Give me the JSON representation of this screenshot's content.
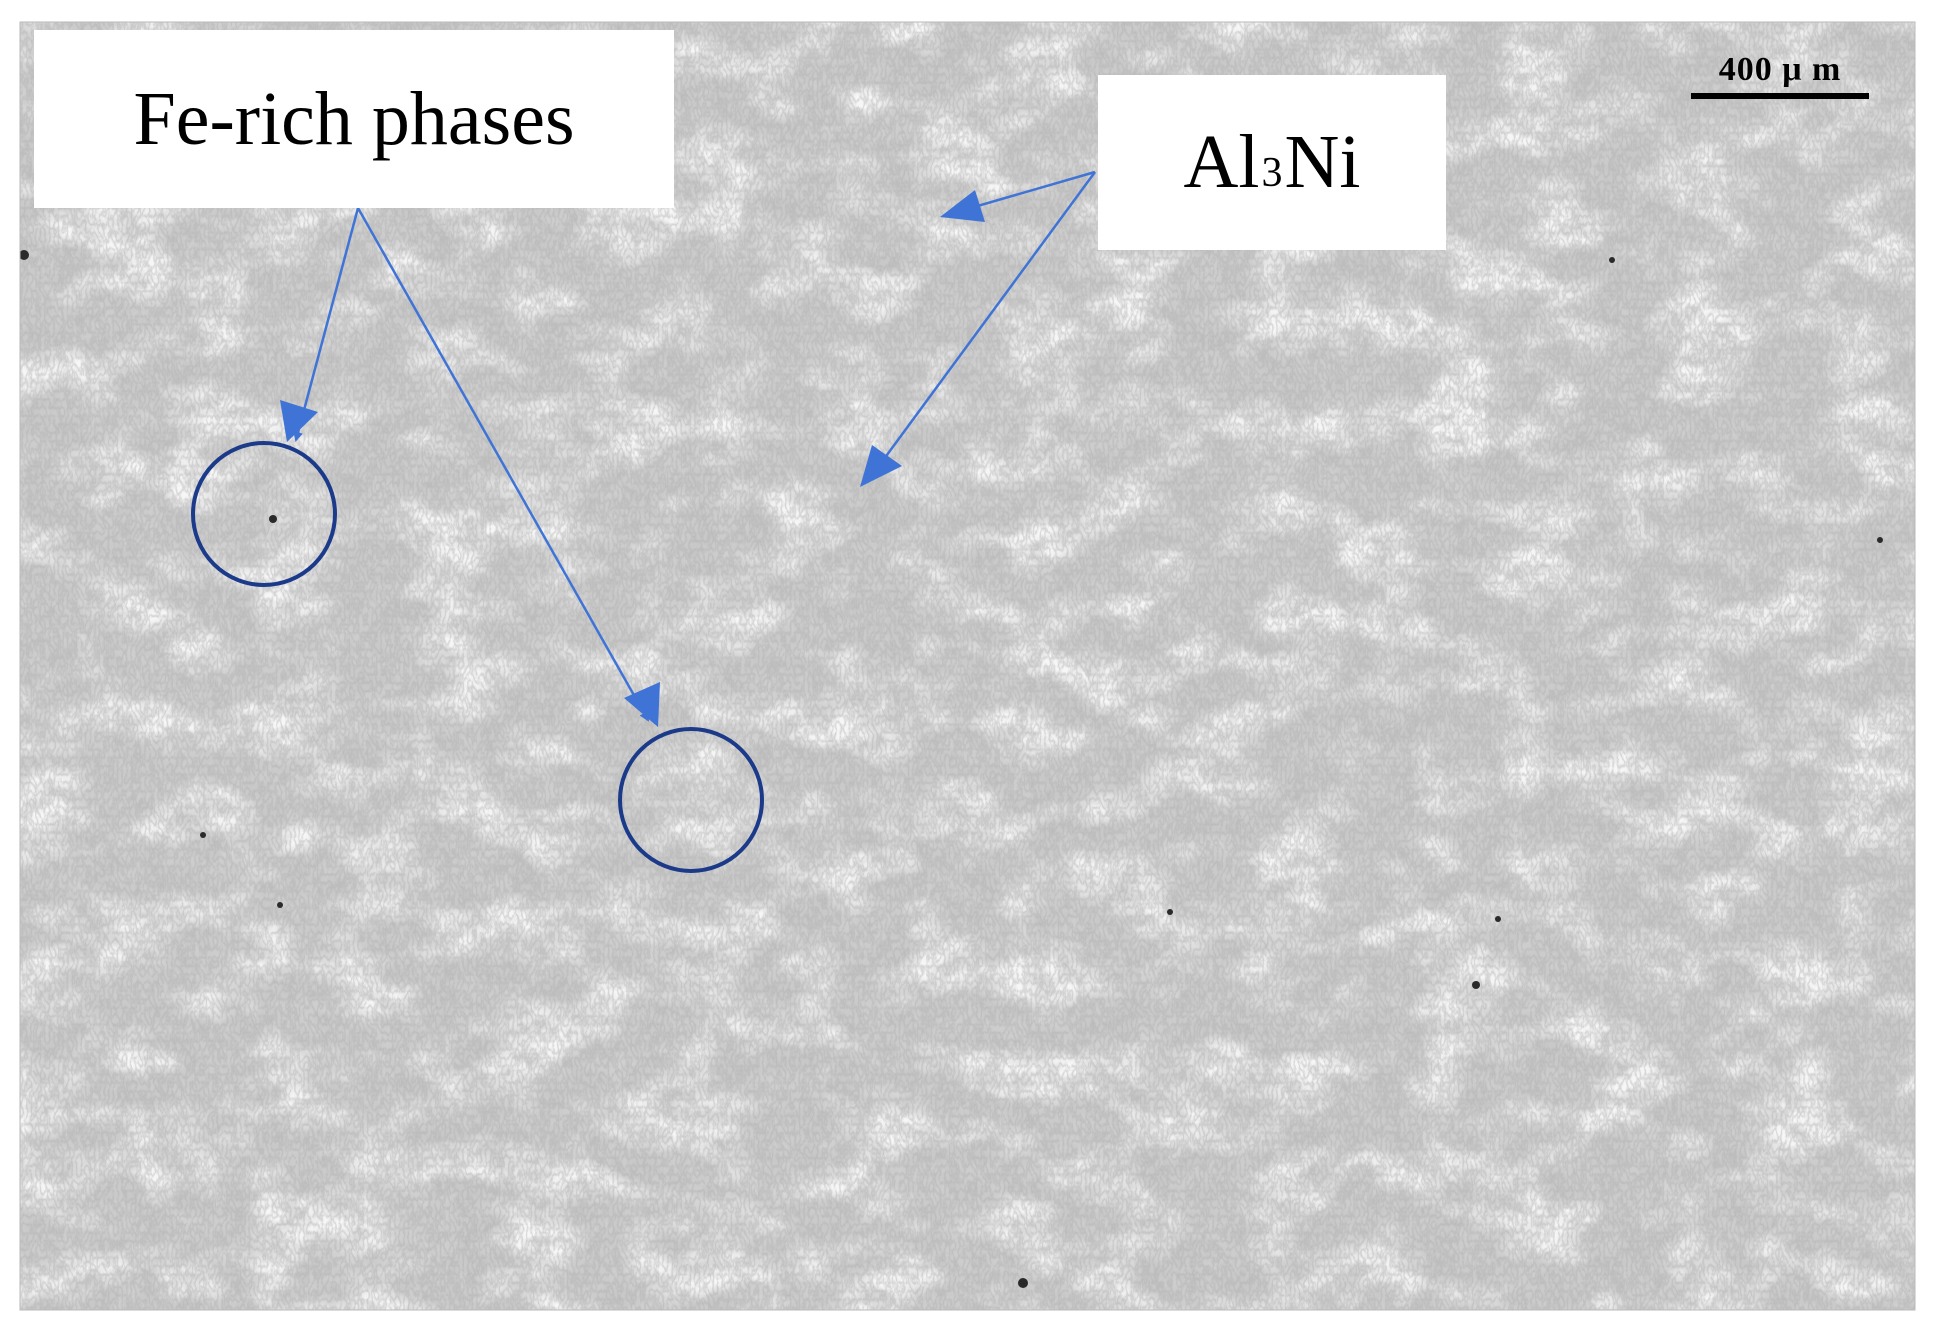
{
  "labels": {
    "fe_rich": "Fe-rich phases",
    "al3ni_prefix": "Al",
    "al3ni_sub": "3",
    "al3ni_suffix": "Ni"
  },
  "scale_bar": {
    "text": "400 μ m"
  },
  "colors": {
    "matrix": "#cbcbcb",
    "dendrite": "#e6e6e6",
    "eutectic": "#9a9a9a",
    "arrow": "#3f74d6",
    "circle": "#1c3a8a"
  },
  "icons": {
    "arrow": "arrow-icon",
    "circle": "circle-highlight-icon"
  }
}
